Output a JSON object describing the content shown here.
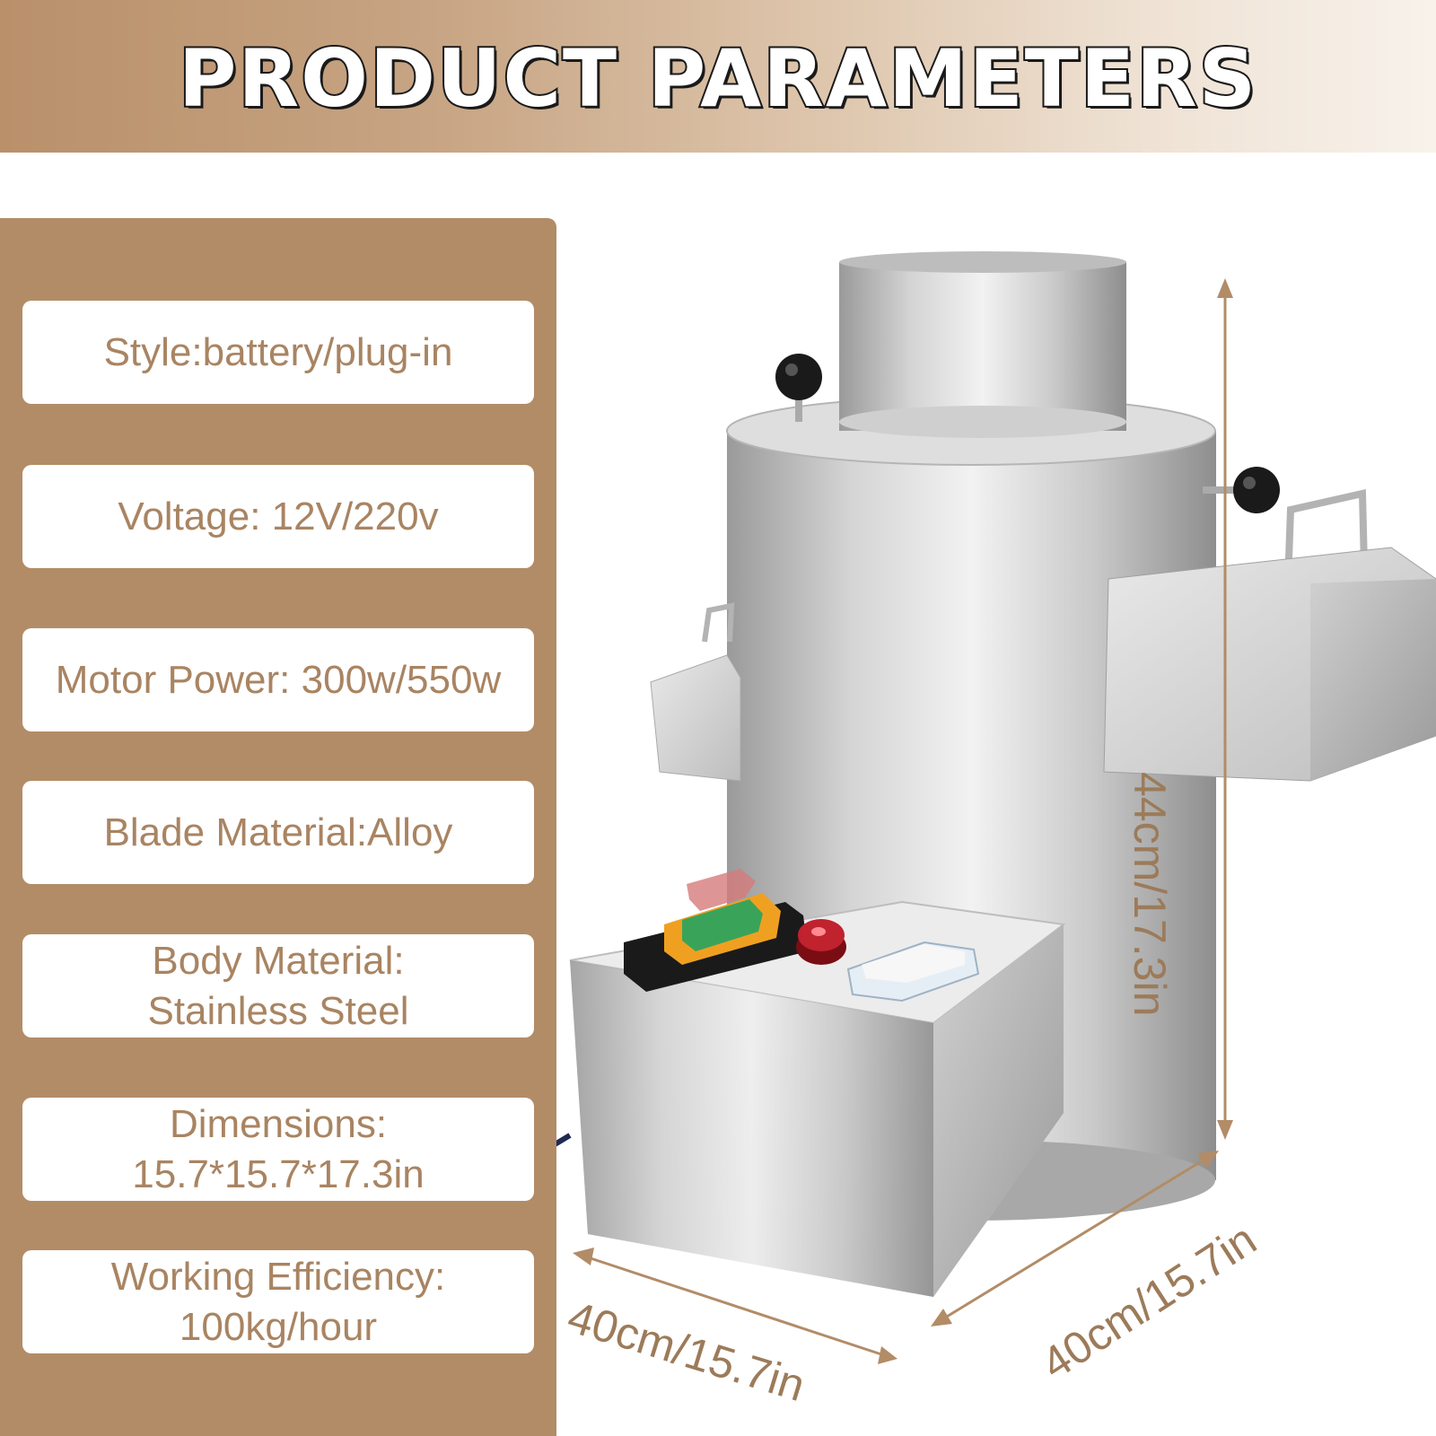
{
  "header": {
    "title": "PRODUCT PARAMETERS"
  },
  "specs": [
    {
      "lines": [
        "Style:battery/plug-in"
      ]
    },
    {
      "lines": [
        "Voltage: 12V/220v"
      ]
    },
    {
      "lines": [
        "Motor Power: 300w/550w"
      ]
    },
    {
      "lines": [
        "Blade Material:Alloy"
      ]
    },
    {
      "lines": [
        "Body Material:",
        "Stainless Steel"
      ]
    },
    {
      "lines": [
        "Dimensions:",
        "15.7*15.7*17.3in"
      ]
    },
    {
      "lines": [
        "Working Efficiency:",
        "100kg/hour"
      ]
    }
  ],
  "dimensions": {
    "height": "44cm/17.3in",
    "width_left": "40cm/15.7in",
    "width_right": "40cm/15.7in"
  },
  "colors": {
    "panel": "#b28c67",
    "spec_text": "#a98462",
    "dimension_text": "#9c7b5a"
  }
}
